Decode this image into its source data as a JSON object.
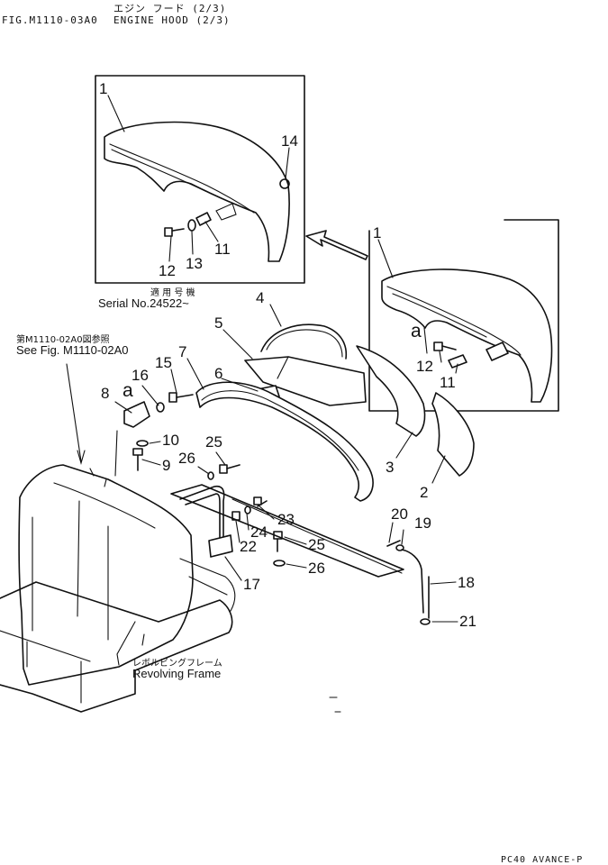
{
  "header": {
    "fig_no": "FIG.M1110-03A0",
    "title_jp": "エジン フード (2/3)",
    "title_en": "ENGINE HOOD (2/3)"
  },
  "inset": {
    "applicable_jp": "適 用 号 機",
    "serial": "Serial No.24522~"
  },
  "references": {
    "see_fig_jp": "第M1110-02A0図参照",
    "see_fig_en": "See Fig. M1110-02A0",
    "frame_jp": "レボルビングフレーム",
    "frame_en": "Revolving Frame"
  },
  "footer": {
    "code": "PC40 AVANCE-P"
  },
  "callouts": {
    "inset_1": "1",
    "inset_14": "14",
    "inset_12": "12",
    "inset_13": "13",
    "inset_11": "11",
    "r_1": "1",
    "r_a": "a",
    "r_12": "12",
    "r_11": "11",
    "p_4": "4",
    "p_5": "5",
    "p_7": "7",
    "p_6": "6",
    "p_3": "3",
    "p_2": "2",
    "p_15": "15",
    "p_16": "16",
    "p_8": "8",
    "p_a": "a",
    "p_10": "10",
    "p_9": "9",
    "p_25a": "25",
    "p_26a": "26",
    "p_23": "23",
    "p_24": "24",
    "p_22": "22",
    "p_25b": "25",
    "p_26b": "26",
    "p_17": "17",
    "p_20": "20",
    "p_19": "19",
    "p_18": "18",
    "p_21": "21"
  }
}
